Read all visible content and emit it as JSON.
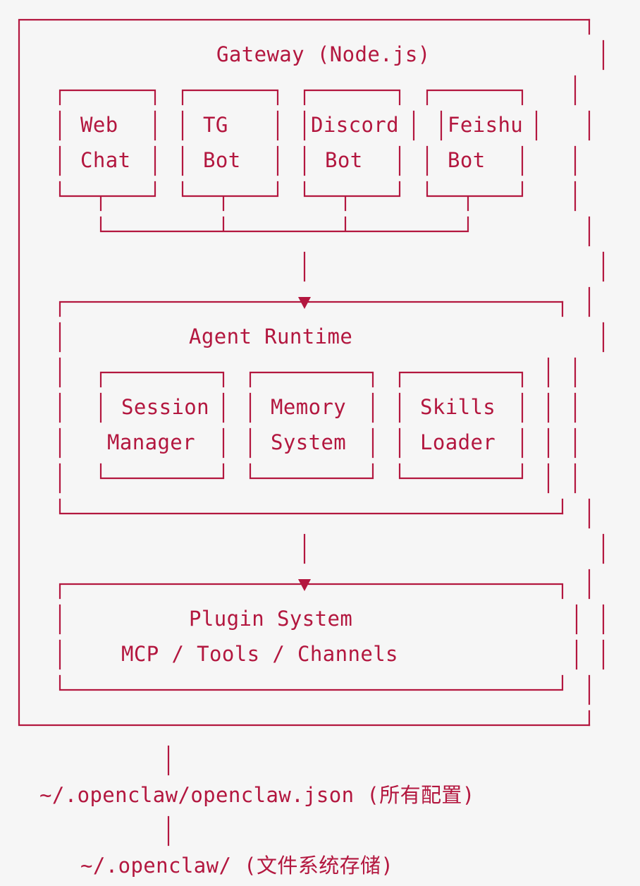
{
  "colors": {
    "ink": "#b3173f",
    "background": "#f6f6f6"
  },
  "gateway": {
    "title": "Gateway (Node.js)"
  },
  "channels": [
    {
      "line1": "Web",
      "line2": "Chat"
    },
    {
      "line1": "TG",
      "line2": "Bot"
    },
    {
      "line1": "Discord",
      "line2": "Bot"
    },
    {
      "line1": "Feishu",
      "line2": "Bot"
    }
  ],
  "runtime": {
    "title": "Agent Runtime",
    "modules": [
      {
        "line1": "Session",
        "line2": "Manager"
      },
      {
        "line1": "Memory",
        "line2": "System"
      },
      {
        "line1": "Skills",
        "line2": "Loader"
      }
    ]
  },
  "plugins": {
    "title": "Plugin System",
    "subtitle": "MCP / Tools / Channels"
  },
  "config_file": "~/.openclaw/openclaw.json (所有配置)",
  "data_dir": "~/.openclaw/ (文件系统存储)"
}
